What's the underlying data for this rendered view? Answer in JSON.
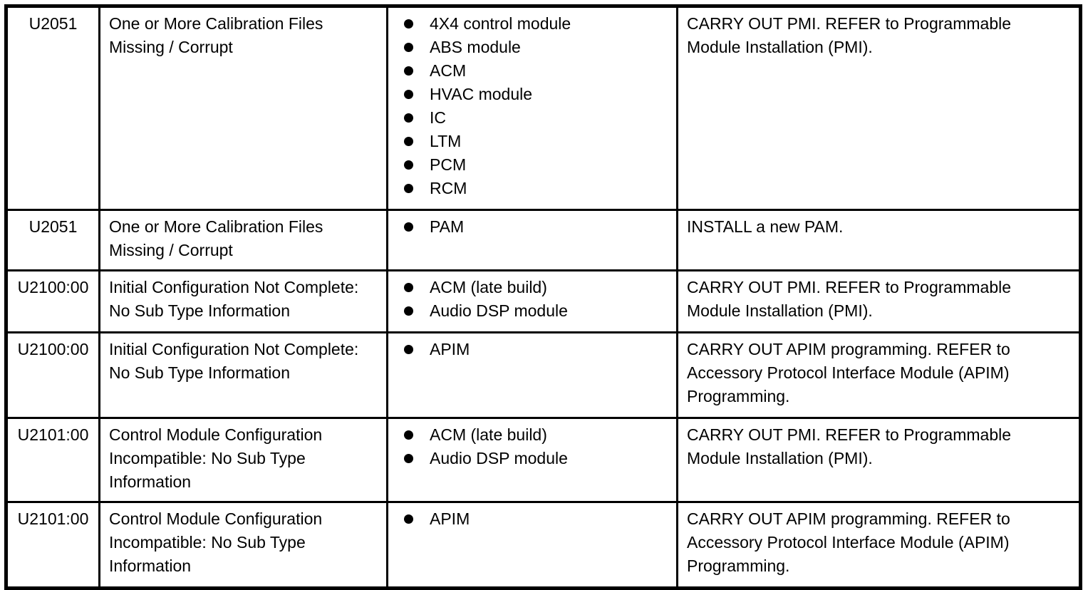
{
  "table": {
    "colors": {
      "border": "#000000",
      "text": "#000000",
      "background": "#ffffff"
    },
    "rows": [
      {
        "dtc": "U2051",
        "description": "One or More Calibration Files Missing / Corrupt",
        "modules": [
          "4X4 control module",
          "ABS module",
          "ACM",
          "HVAC module",
          "IC",
          "LTM",
          "PCM",
          "RCM"
        ],
        "action": "CARRY OUT PMI. REFER to Programmable Module Installation (PMI)."
      },
      {
        "dtc": "U2051",
        "description": "One or More Calibration Files Missing / Corrupt",
        "modules": [
          "PAM"
        ],
        "action": "INSTALL a new PAM."
      },
      {
        "dtc": "U2100:00",
        "description": "Initial Configuration Not Complete: No Sub Type Information",
        "modules": [
          "ACM (late build)",
          "Audio DSP module"
        ],
        "action": "CARRY OUT PMI. REFER to Programmable Module Installation (PMI)."
      },
      {
        "dtc": "U2100:00",
        "description": "Initial Configuration Not Complete: No Sub Type Information",
        "modules": [
          "APIM"
        ],
        "action": "CARRY OUT APIM programming. REFER to Accessory Protocol Interface Module (APIM) Programming."
      },
      {
        "dtc": "U2101:00",
        "description": "Control Module Configuration Incompatible: No Sub Type Information",
        "modules": [
          "ACM (late build)",
          "Audio DSP module"
        ],
        "action": "CARRY OUT PMI. REFER to Programmable Module Installation (PMI)."
      },
      {
        "dtc": "U2101:00",
        "description": "Control Module Configuration Incompatible: No Sub Type Information",
        "modules": [
          "APIM"
        ],
        "action": "CARRY OUT APIM programming. REFER to Accessory Protocol Interface Module (APIM) Programming."
      }
    ]
  }
}
